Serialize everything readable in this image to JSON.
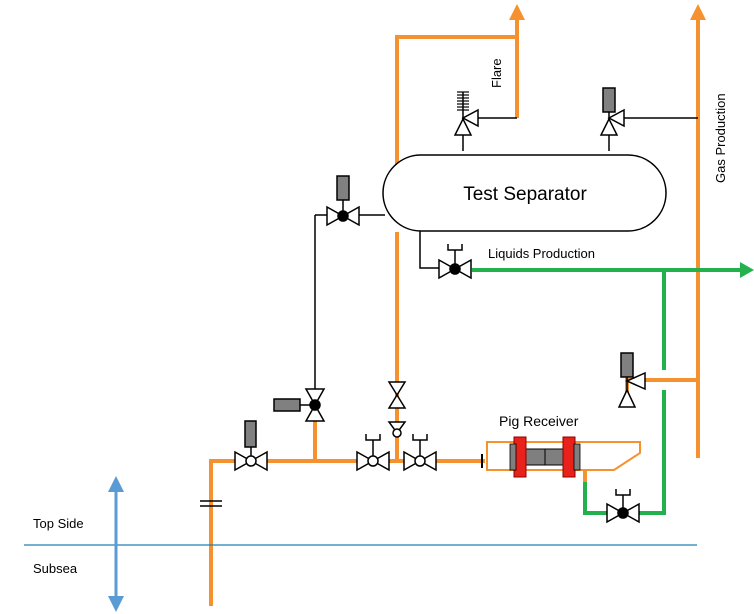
{
  "labels": {
    "test_separator": "Test Separator",
    "flare": "Flare",
    "gas_production": "Gas Production",
    "liquids_production": "Liquids Production",
    "pig_receiver": "Pig Receiver",
    "top_side": "Top Side",
    "subsea": "Subsea"
  },
  "colors": {
    "gas_line": "#F5922F",
    "liquid_line": "#22B14C",
    "sea_level": "#1F7FB4",
    "level_arrow": "#5B9BD5",
    "instrument_line": "#000000",
    "actuator": "#808080",
    "pig_clamp": "#E8211B",
    "pig_body": "#7F7F7F"
  }
}
